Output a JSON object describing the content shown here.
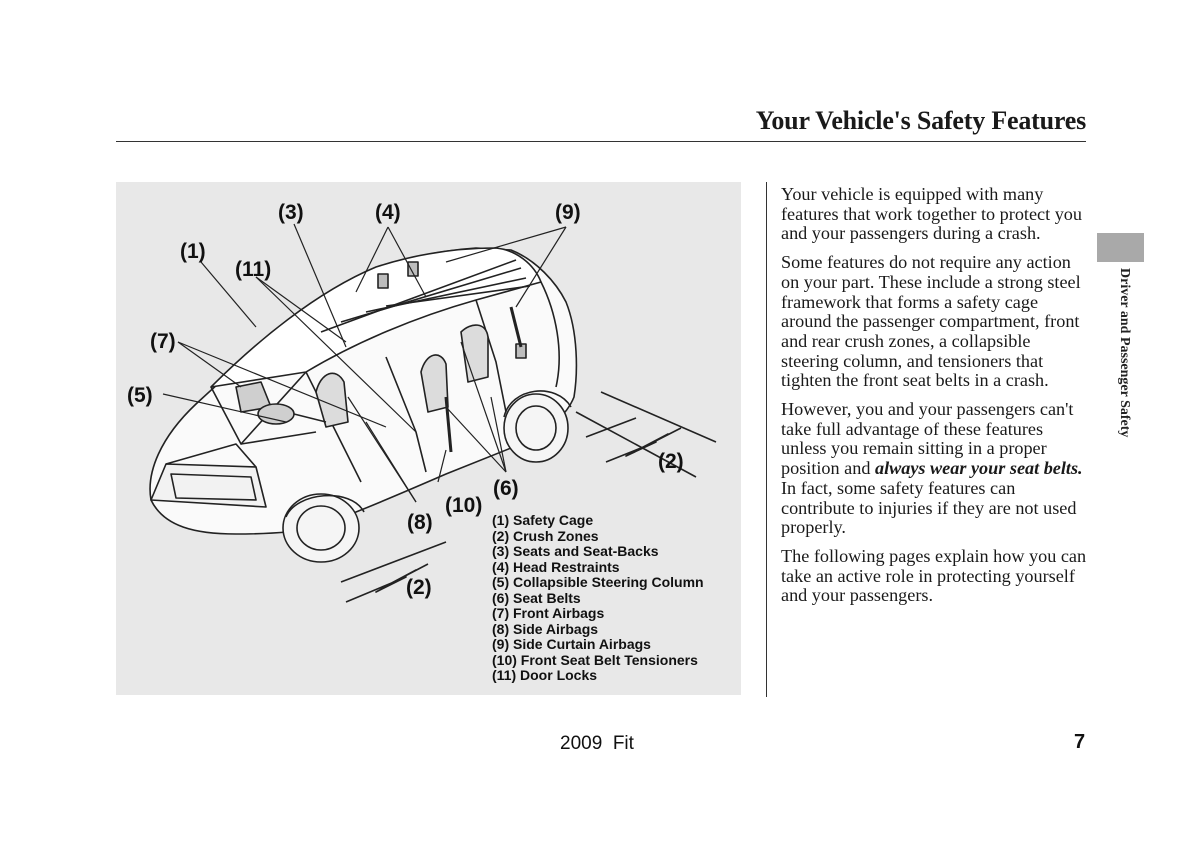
{
  "header": {
    "title": "Your Vehicle's Safety Features"
  },
  "diagram": {
    "callouts": [
      "(1)",
      "(2)",
      "(2)",
      "(3)",
      "(4)",
      "(5)",
      "(6)",
      "(7)",
      "(8)",
      "(9)",
      "(10)",
      "(11)"
    ],
    "legend": [
      "(1) Safety Cage",
      "(2) Crush Zones",
      "(3) Seats and Seat-Backs",
      "(4) Head Restraints",
      "(5) Collapsible Steering Column",
      "(6) Seat Belts",
      "(7) Front Airbags",
      "(8) Side Airbags",
      "(9) Side Curtain Airbags",
      "(10) Front Seat Belt Tensioners",
      "(11) Door Locks"
    ]
  },
  "body": {
    "p1": "Your vehicle is equipped with many features that work together to protect you and your passengers during a crash.",
    "p2": "Some features do not require any action on your part. These include a strong steel framework that forms a safety cage around the passenger compartment, front and rear crush zones, a collapsible steering column, and tensioners that tighten the front seat belts in a crash.",
    "p3_before": "However, you and your passengers can't take full advantage of these features unless you remain sitting in a proper position and ",
    "p3_emph": "always wear your seat belts.",
    "p3_after": " In fact, some safety features can contribute to injuries if they are not used properly.",
    "p4": "The following pages explain how you can take an active role in protecting yourself and your passengers."
  },
  "side_tab": {
    "label": "Driver and Passenger Safety"
  },
  "footer": {
    "model": "2009  Fit",
    "page_number": "7"
  }
}
